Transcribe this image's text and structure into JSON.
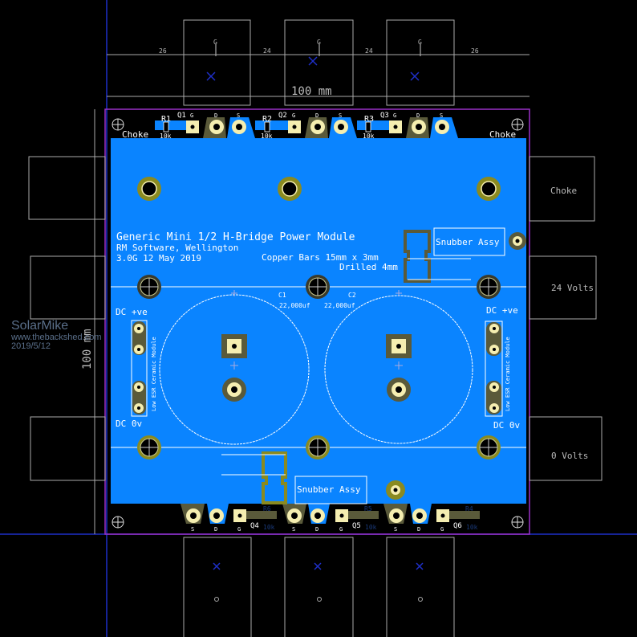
{
  "colors": {
    "board": "#0a84ff",
    "pad": "#f5eeb0",
    "copper_dark": "#5a5a3a",
    "outline": "#9b30c8",
    "grid_line": "#1e2fc8",
    "snubber_footprint": "#8a8a20"
  },
  "dimensions": {
    "top_segments": [
      "26",
      "24",
      "24",
      "26"
    ],
    "width_label": "100 mm",
    "height_label": "100 mm"
  },
  "top_row": {
    "corner_labels": [
      "Choke",
      "Choke"
    ],
    "resistors": [
      {
        "ref": "R1",
        "value": "10k"
      },
      {
        "ref": "R2",
        "value": "10k"
      },
      {
        "ref": "R3",
        "value": "10k"
      }
    ],
    "transistors": [
      {
        "ref": "Q1",
        "pins": [
          "G",
          "D",
          "S"
        ]
      },
      {
        "ref": "Q2",
        "pins": [
          "G",
          "D",
          "S"
        ]
      },
      {
        "ref": "Q3",
        "pins": [
          "G",
          "D",
          "S"
        ]
      }
    ],
    "package_pin_label": "G"
  },
  "bottom_row": {
    "resistors": [
      {
        "ref": "R6",
        "value": "10k"
      },
      {
        "ref": "R5",
        "value": "10k"
      },
      {
        "ref": "R4",
        "value": "10k"
      }
    ],
    "transistors": [
      {
        "ref": "Q4",
        "pins": [
          "S",
          "D",
          "G"
        ]
      },
      {
        "ref": "Q5",
        "pins": [
          "S",
          "D",
          "G"
        ]
      },
      {
        "ref": "Q6",
        "pins": [
          "S",
          "D",
          "G"
        ]
      }
    ]
  },
  "board_text": {
    "title": "Generic Mini 1/2 H-Bridge Power Module",
    "company": "RM Software, Wellington",
    "version": "3.0G 12 May 2019",
    "copper_bars": "Copper Bars 15mm x 3mm",
    "drilled": "Drilled 4mm",
    "snubber_top": "Snubber Assy",
    "snubber_bottom": "Snubber Assy",
    "dc_pos_left": "DC +ve",
    "dc_0v_left": "DC 0v",
    "dc_pos_right": "DC +ve",
    "dc_0v_right": "DC 0v",
    "ceramic_left": "Low ESR Ceramic Module",
    "ceramic_right": "Low ESR Ceramic Module",
    "c1_ref": "C1",
    "c1_value": "22,000uf",
    "c2_ref": "C2",
    "c2_value": "22,000uf"
  },
  "external": {
    "choke": "Choke",
    "v24": "24 Volts",
    "v0": "0 Volts"
  },
  "watermark": {
    "name": "SolarMike",
    "site": "www.thebackshed.com",
    "date": "2019/5/12"
  }
}
